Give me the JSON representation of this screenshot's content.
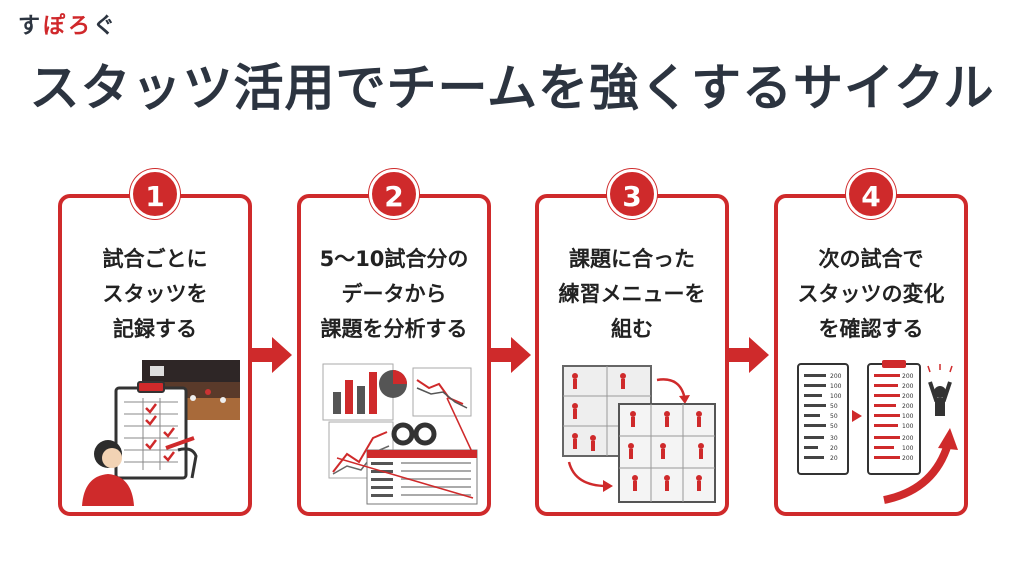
{
  "logo": {
    "chars": [
      "す",
      "ぽ",
      "ろ",
      "ぐ"
    ]
  },
  "title": "スタッツ活用でチームを強くするサイクル",
  "colors": {
    "accent": "#cf2a2b",
    "text": "#2c3440"
  },
  "steps": [
    {
      "number": "1",
      "text": "試合ごとに\nスタッツを\n記録する",
      "icon": "clipboard-recording-icon"
    },
    {
      "number": "2",
      "text": "5〜10試合分の\nデータから\n課題を分析する",
      "icon": "charts-analysis-icon"
    },
    {
      "number": "3",
      "text": "課題に合った\n練習メニューを\n組む",
      "icon": "practice-drills-icon"
    },
    {
      "number": "4",
      "text": "次の試合で\nスタッツの変化\nを確認する",
      "icon": "stats-improvement-icon"
    }
  ],
  "stat_sheet_before": [
    "200",
    "100",
    "100",
    "50",
    "50",
    "50",
    "30",
    "20",
    "20"
  ],
  "stat_sheet_after": [
    "200",
    "200",
    "200",
    "200",
    "100",
    "100",
    "200",
    "100",
    "200"
  ]
}
